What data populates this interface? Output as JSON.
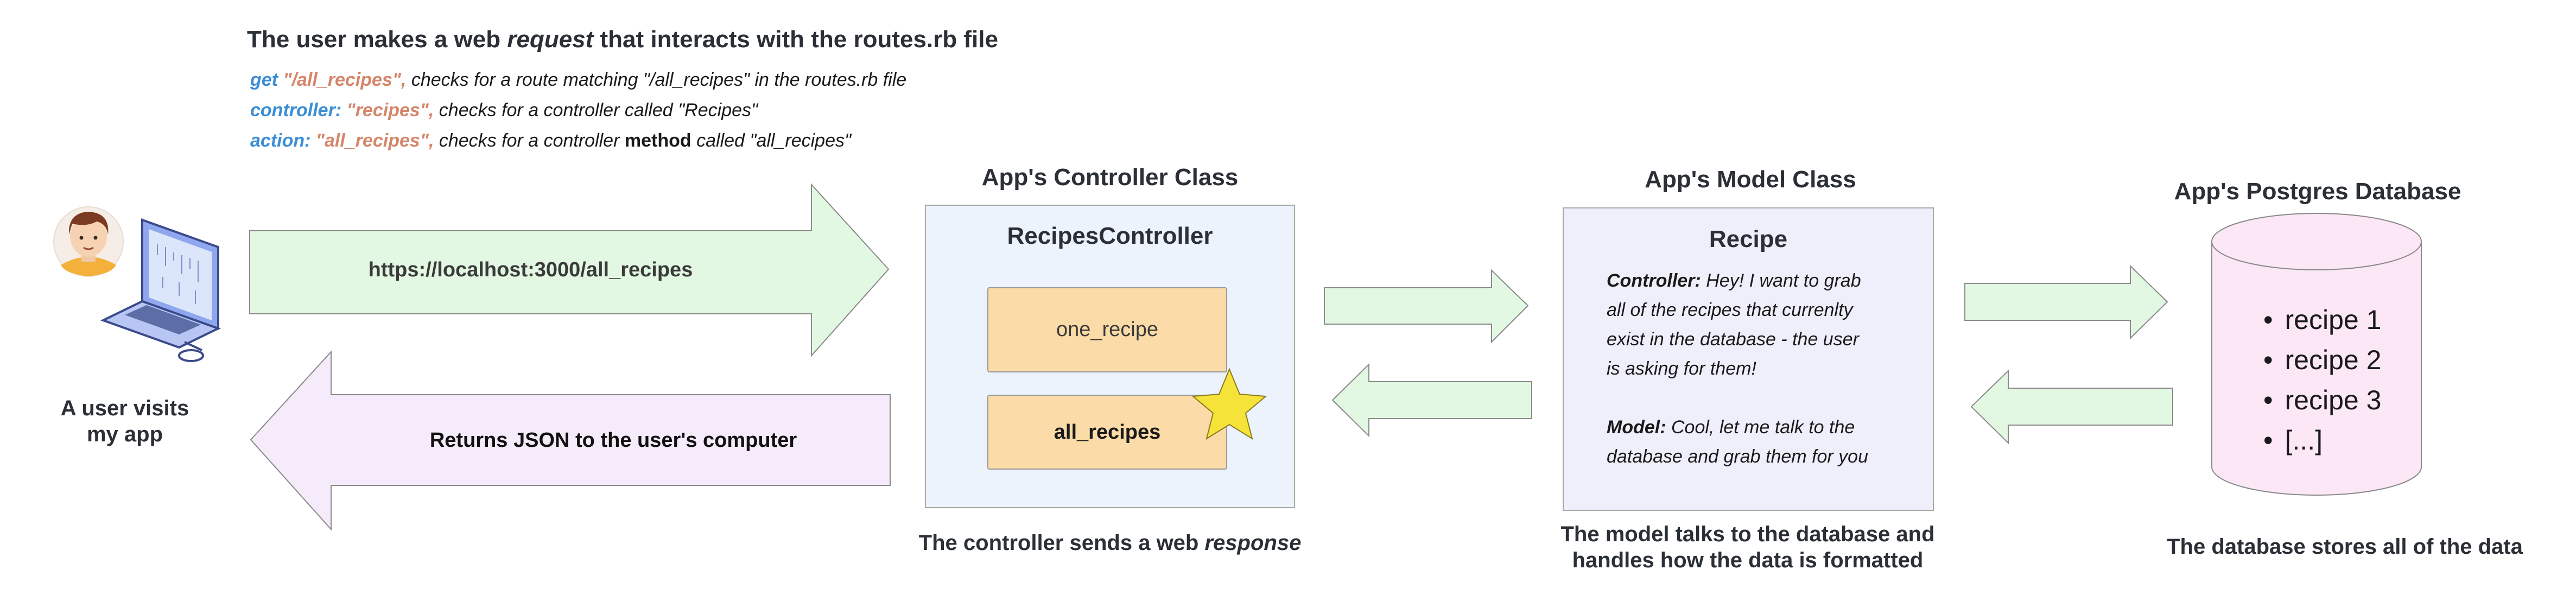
{
  "header": {
    "title_pre": "The user makes a web ",
    "title_em": "request",
    "title_post": " that interacts with the routes.rb file",
    "line1": {
      "kw": "get",
      "val": "\"/all_recipes\",",
      "desc": " checks for a route matching \"/all_recipes\" in the routes.rb file"
    },
    "line2": {
      "kw": "controller:",
      "val": "\"recipes\",",
      "desc": " checks for a controller called \"Recipes\""
    },
    "line3": {
      "kw": "action:",
      "val": "\"all_recipes\",",
      "desc_pre": " checks for a controller ",
      "desc_bold": "method",
      "desc_post": " called \"all_recipes\""
    }
  },
  "user": {
    "caption_line1": "A user visits",
    "caption_line2": "my app"
  },
  "arrows": {
    "request_url": "https://localhost:3000/all_recipes",
    "response_text": "Returns JSON to the user's computer"
  },
  "controller": {
    "section_title": "App's Controller Class",
    "class_name": "RecipesController",
    "methods": [
      "one_recipe",
      "all_recipes"
    ],
    "highlighted_method": "all_recipes",
    "caption_pre": "The controller sends a web ",
    "caption_em": "response"
  },
  "model": {
    "section_title": "App's Model Class",
    "class_name": "Recipe",
    "controller_label": "Controller:",
    "controller_lines": [
      "Hey! I want to grab",
      "all of the recipes that currenlty",
      "exist in the database - the user",
      "is asking for them!"
    ],
    "model_label": "Model:",
    "model_lines": [
      "Cool, let me talk to the",
      "database and grab them for you"
    ],
    "caption_line1": "The model talks to the database and",
    "caption_line2": "handles how the data is formatted"
  },
  "database": {
    "section_title": "App's Postgres Database",
    "items": [
      "recipe 1",
      "recipe 2",
      "recipe 3",
      "[...]"
    ],
    "caption": "The database stores all of the data"
  },
  "colors": {
    "arrow_green": "#e3f8e2",
    "arrow_purple": "#f6ebfb",
    "controller_box": "#ecf3fd",
    "method_box": "#fbdba7",
    "model_box": "#efeffb",
    "db_fill": "#fbe7f5",
    "star": "#f6e33a"
  },
  "icons": [
    "user-avatar-icon",
    "laptop-icon",
    "star-icon"
  ]
}
